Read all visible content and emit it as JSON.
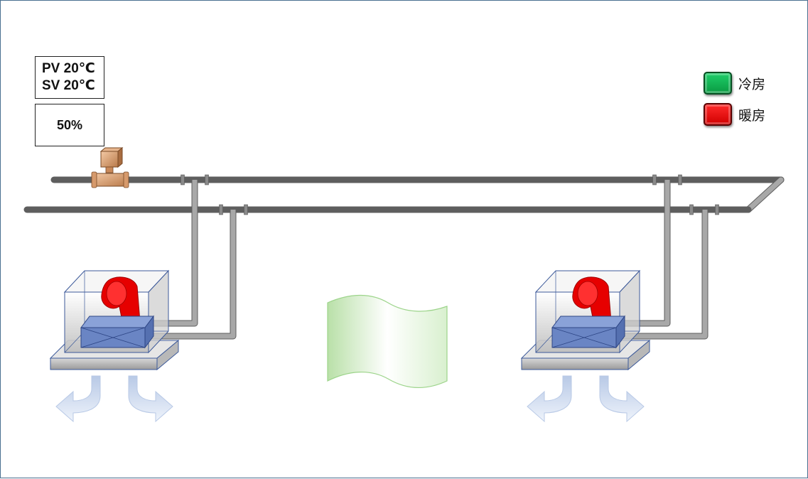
{
  "readout": {
    "pv": "PV 20℃",
    "sv": "SV 20℃",
    "valve_opening": "50%"
  },
  "legend": {
    "cooling_label": "冷房",
    "cooling_color": "#13b455",
    "heating_label": "暖房",
    "heating_color": "#ee0000"
  },
  "colors": {
    "pipe": "#9a9a9a",
    "coil": "#6a85c4",
    "fan": "#e60000",
    "airflow": "#c8d6ec",
    "tank": "#cfe8c4"
  },
  "units": [
    {
      "name": "indoor-unit-left",
      "fan_mode": "heating"
    },
    {
      "name": "indoor-unit-right",
      "fan_mode": "heating"
    }
  ]
}
